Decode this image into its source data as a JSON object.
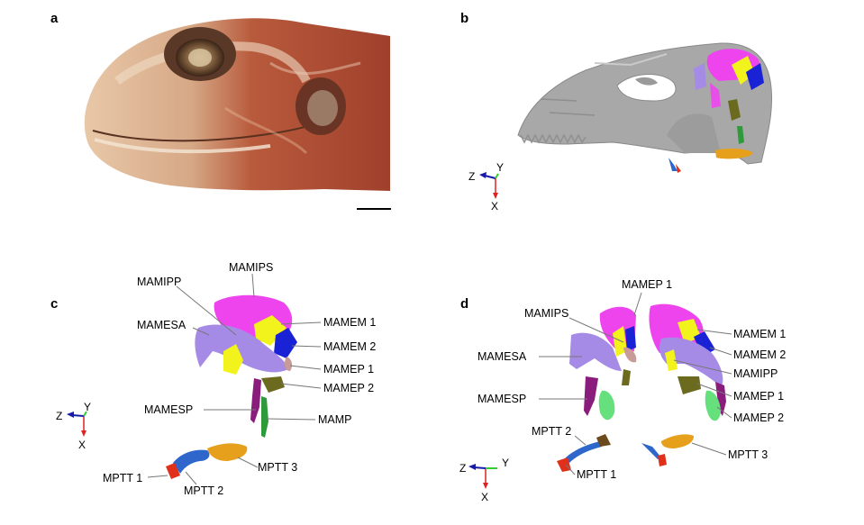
{
  "panels": {
    "a": {
      "letter": "a"
    },
    "b": {
      "letter": "b",
      "axes": {
        "z": "Z",
        "y": "Y",
        "x": "X"
      }
    },
    "c": {
      "letter": "c",
      "axes": {
        "z": "Z",
        "y": "Y",
        "x": "X"
      },
      "labels": {
        "mamips": "MAMIPS",
        "mamipp": "MAMIPP",
        "mamesa": "MAMESA",
        "mamem1": "MAMEM 1",
        "mamem2": "MAMEM 2",
        "mamep1": "MAMEP 1",
        "mamep2": "MAMEP 2",
        "mamesp": "MAMESP",
        "mamp": "MAMP",
        "mptt1": "MPTT 1",
        "mptt2": "MPTT 2",
        "mptt3": "MPTT 3"
      }
    },
    "d": {
      "letter": "d",
      "axes": {
        "z": "Z",
        "y": "Y",
        "x": "X"
      },
      "labels": {
        "mamep1_top": "MAMEP 1",
        "mamips": "MAMIPS",
        "mamesa": "MAMESA",
        "mamesp": "MAMESP",
        "mptt2": "MPTT 2",
        "mptt1": "MPTT 1",
        "mamem1": "MAMEM 1",
        "mamem2": "MAMEM 2",
        "mamipp": "MAMIPP",
        "mamep1": "MAMEP 1",
        "mamep2": "MAMEP 2",
        "mptt3": "MPTT 3"
      }
    }
  },
  "colors": {
    "mamips": "#ee44ee",
    "mamipp": "#d4b0c8",
    "mamesa": "#a58be6",
    "mamem1": "#f2f21c",
    "mamem2": "#1a22d6",
    "mamep1": "#c89a98",
    "mamep2": "#6b6a1e",
    "mamesp": "#8a1c7c",
    "mamp": "#2e9a3c",
    "mptt1": "#e0301c",
    "mptt2": "#2e66cc",
    "mptt3": "#e6a01c",
    "skull": "#a0a0a0",
    "axis_z": "#1a1aaa",
    "axis_y": "#33cc33",
    "axis_x": "#dd2222"
  }
}
